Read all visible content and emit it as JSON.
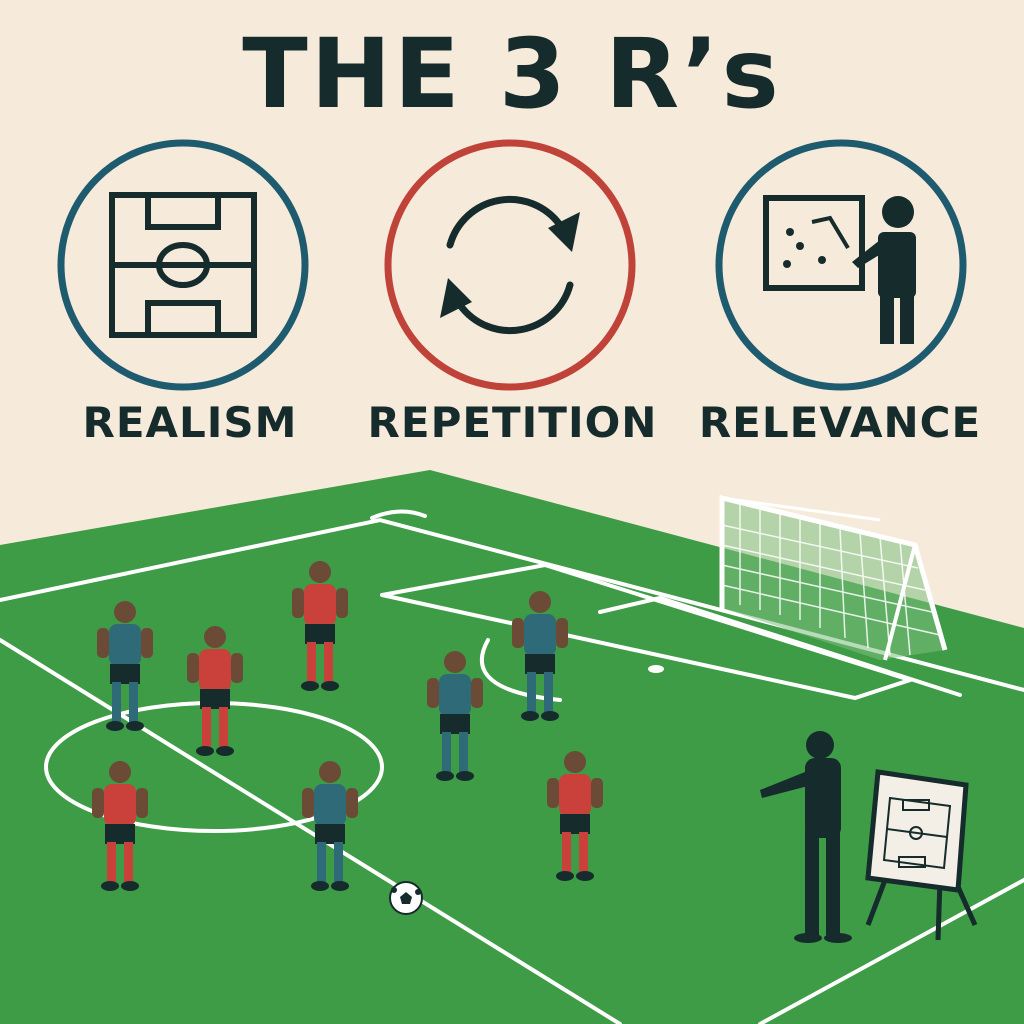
{
  "title": "THE 3 R’s",
  "pillars": [
    {
      "label": "REALISM",
      "icon": "pitch-diagram-icon",
      "ring_color": "#1f5b6e"
    },
    {
      "label": "REPETITION",
      "icon": "cycle-arrows-icon",
      "ring_color": "#c0433a"
    },
    {
      "label": "RELEVANCE",
      "icon": "coach-whiteboard-icon",
      "ring_color": "#1f5b6e"
    }
  ],
  "colors": {
    "background": "#f6eadb",
    "ink": "#162b2b",
    "pitch": "#3c9a45",
    "team_red": "#c9413a",
    "team_blue": "#2e6a78"
  }
}
